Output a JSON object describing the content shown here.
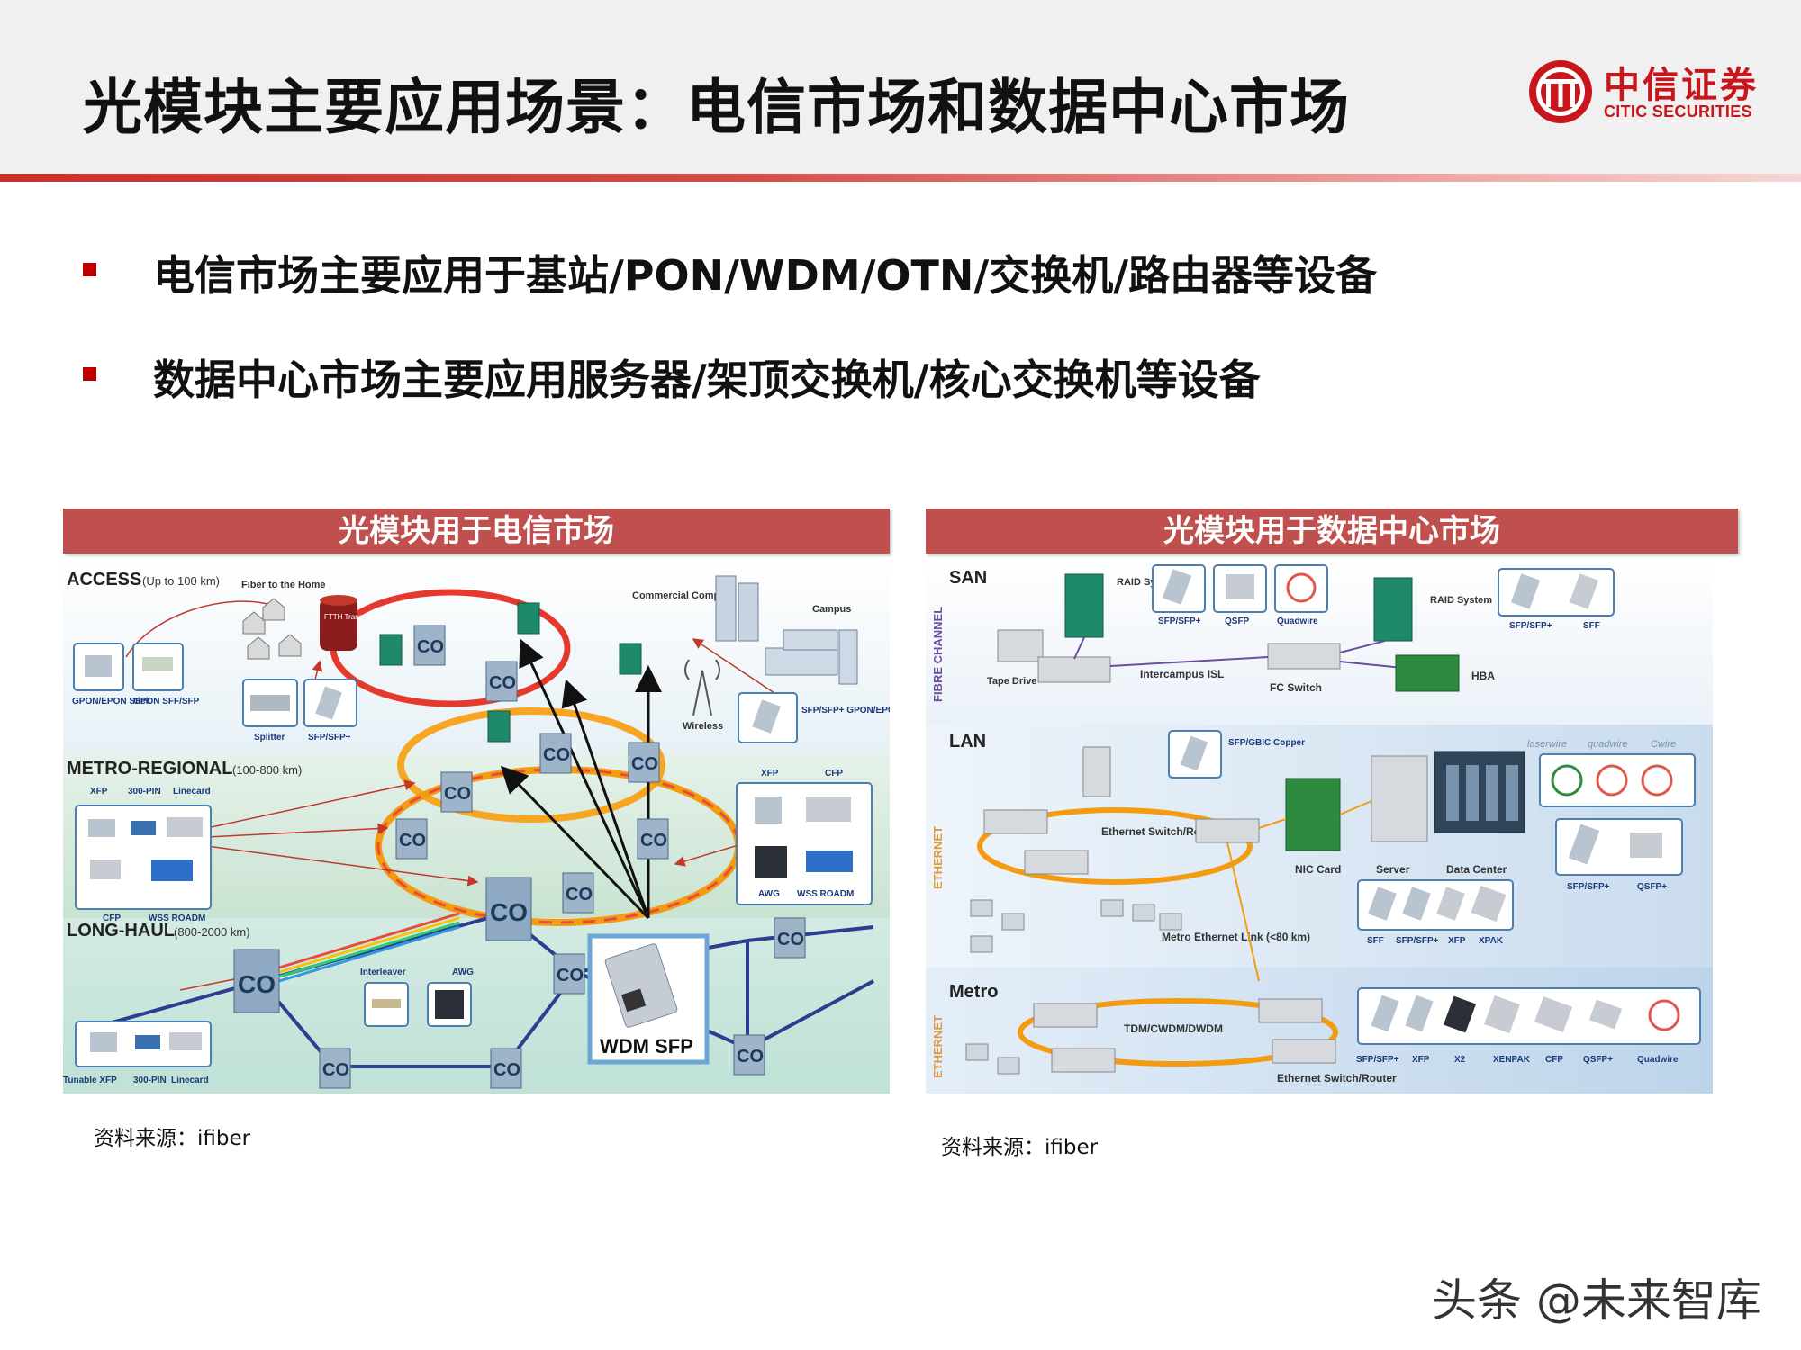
{
  "header": {
    "title": "光模块主要应用场景：电信市场和数据中心市场",
    "logo_cn": "中信证券",
    "logo_en": "CITIC SECURITIES"
  },
  "bullets": [
    "电信市场主要应用于基站/PON/WDM/OTN/交换机/路由器等设备",
    "数据中心市场主要应用服务器/架顶交换机/核心交换机等设备"
  ],
  "left_panel": {
    "title": "光模块用于电信市场",
    "source": "资料来源：ifiber",
    "diagram": {
      "access_title": "ACCESS",
      "access_range": "(Up to 100 km)",
      "fiber_home": "Fiber to the Home",
      "ftth": "FTTH Trans-mission",
      "commercial": "Commercial Complex",
      "campus": "Campus",
      "gpon_epon_stick": "GPON/EPON Stick",
      "gpon_sff_sfp": "GPON SFF/SFP",
      "splitter": "Splitter",
      "sfp_sfp_plus": "SFP/SFP+",
      "wireless": "Wireless",
      "sfp_gpon": "SFP/SFP+ GPON/EPON SFP",
      "metro_title": "METRO-REGIONAL",
      "metro_range": "(100-800 km)",
      "xfp": "XFP",
      "pin300": "300-PIN",
      "linecard": "Linecard",
      "cfp": "CFP",
      "wss_roadm": "WSS ROADM",
      "awg": "AWG",
      "longhaul_title": "LONG-HAUL",
      "longhaul_range": "(800-2000 km)",
      "interleaver": "Interleaver",
      "tunable_xfp": "Tunable XFP",
      "co": "CO",
      "wdm_sfp": "WDM SFP"
    }
  },
  "right_panel": {
    "title": "光模块用于数据中心市场",
    "source": "资料来源：ifiber",
    "diagram": {
      "san": "SAN",
      "fibre_channel": "FIBRE CHANNEL",
      "raid": "RAID System",
      "tape": "Tape Drive",
      "sfp_sfp_plus": "SFP/SFP+",
      "qsfp": "QSFP",
      "quadwire": "Quadwire",
      "sff": "SFF",
      "intercampus": "Intercampus ISL",
      "fc_switch": "FC Switch",
      "hba": "HBA",
      "lan": "LAN",
      "ethernet": "ETHERNET",
      "sfp_gbic": "SFP/GBIC Copper",
      "ethernet_switch": "Ethernet Switch/Router",
      "nic": "NIC Card",
      "server": "Server",
      "data_center": "Data Center",
      "qsfp_plus": "QSFP+",
      "metro_eth": "Metro Ethernet Link (<80 km)",
      "xfp": "XFP",
      "xpak": "XPAK",
      "metro": "Metro",
      "tdm": "TDM/CWDM/DWDM",
      "x2": "X2",
      "xenpak": "XENPAK",
      "cfp": "CFP",
      "brand1": "laserwire",
      "brand2": "quadwire",
      "brand3": "Cwire"
    }
  },
  "watermark": "头条 @未来智库",
  "colors": {
    "accent": "#c0504d",
    "bullet": "#c00000",
    "brand": "#c8161d"
  }
}
